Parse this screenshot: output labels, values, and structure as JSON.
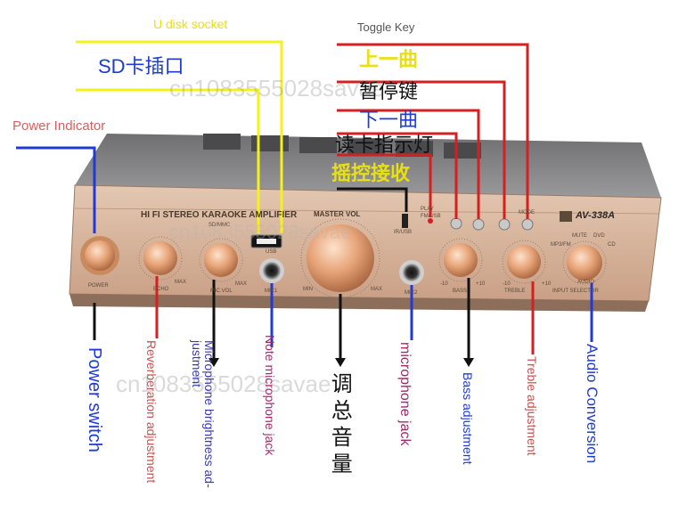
{
  "top_labels": {
    "u_disk_socket": "U disk socket",
    "toggle_key": "Toggle Key",
    "sd_card_slot": "SD卡插口",
    "power_indicator": "Power Indicator"
  },
  "toggle_items": {
    "previous_track": "上一曲",
    "pause_key": "暂停键",
    "next_track": "下一曲",
    "card_indicator": "读卡指示灯",
    "remote_receiver": "摇控接收"
  },
  "bottom_labels": {
    "power_switch": "Power switch",
    "reverberation": "Reverberation adjustment",
    "mic_brightness": "Microphone brightness ad-justment",
    "note_mic_jack": "Note microphone jack",
    "volume": "调总音量",
    "mic_jack": "microphone jack",
    "bass": "Bass adjustment",
    "treble": "Treble adjustment",
    "audio_conversion": "Audio Conversion"
  },
  "panel": {
    "title": "HI FI STEREO KARAOKE AMPLIFIER",
    "model": "AV-338A",
    "master_vol": "MASTER VOL",
    "sd_mmc": "SD/MMC",
    "usb": "USB",
    "power": "POWER",
    "echo": "ECHO",
    "mic_vol": "MIC.VOL",
    "mic1": "MIC1",
    "mic2": "MIC2",
    "bass": "BASS",
    "treble": "TREBLE",
    "input_selector": "INPUT SELECTOR",
    "audio": "AUDIO",
    "max": "MAX",
    "min": "MIN",
    "plus10": "+10",
    "minus10": "-10",
    "mute": "MUTE",
    "dvd": "DVD",
    "cd": "CD",
    "mp3": "MP3/FM",
    "play": "PLAY",
    "fm_usb": "FM/USB",
    "mode": "MODE",
    "ir_label": "IR/USB"
  },
  "watermark": "cn1083555028savae",
  "colors": {
    "yellow": "#f5f21a",
    "red": "#d42020",
    "blue": "#1f3ad6",
    "black": "#111111",
    "panel_face": "#d9b8a0",
    "chassis": "#8a8a8c",
    "knob": "#e8a878"
  }
}
